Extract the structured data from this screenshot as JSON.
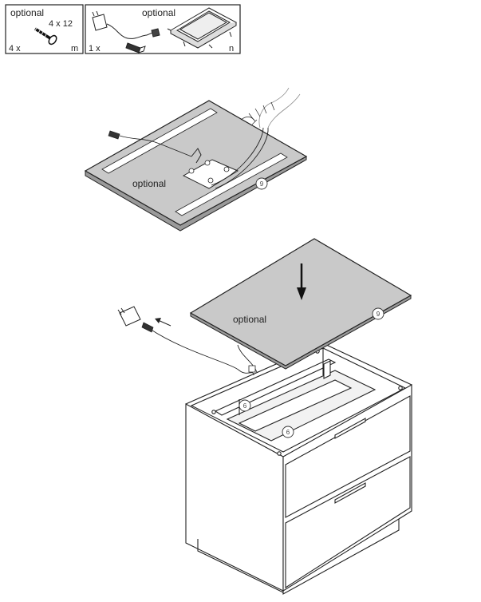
{
  "parts_box_1": {
    "label_optional": "optional",
    "screw_size": "4 x 12",
    "quantity": "4 x",
    "part_letter": "m"
  },
  "parts_box_2": {
    "label_optional": "optional",
    "quantity": "1 x",
    "part_letter": "n"
  },
  "step_top": {
    "panel_label": "optional",
    "callout_number": "9"
  },
  "step_bottom": {
    "panel_label": "optional",
    "callout_top_number": "9",
    "callout_cabinet_numbers": [
      "6",
      "6"
    ]
  },
  "colors": {
    "panel_fill": "#c9c9c9",
    "line": "#2a2a2a",
    "cabinet_fill": "#ffffff"
  }
}
